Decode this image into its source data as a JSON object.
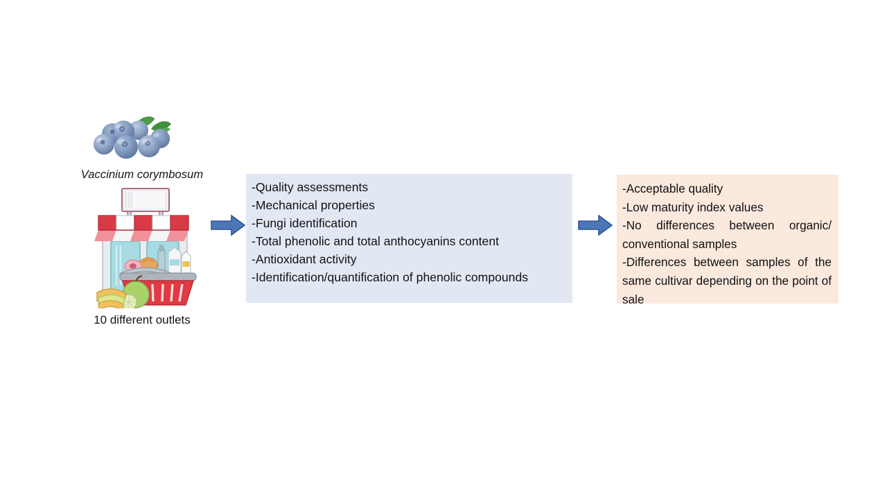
{
  "figure": {
    "type": "graphical-abstract",
    "background_color": "#ffffff"
  },
  "left_column": {
    "berry_image": {
      "icon": "blueberries-icon",
      "description": "cluster of blueberries with green leaves",
      "berry_color": "#7f9dc4",
      "leaf_color": "#3f8f3c"
    },
    "species_caption": "Vaccinium corymbosum",
    "store_image": {
      "icon": "grocery-store-icon",
      "description": "storefront with red and white striped awning, signboard and shopping basket with groceries",
      "awning_color": "#d93b46",
      "store_wall_color": "#e8eaec",
      "basket_color": "#e03a44"
    },
    "outlets_caption": "10 different outlets"
  },
  "arrows": [
    {
      "name": "arrow-sample-to-methods",
      "direction": "right",
      "fill": "#4a77b8",
      "stroke": "#2f5496"
    },
    {
      "name": "arrow-methods-to-results",
      "direction": "right",
      "fill": "#4a77b8",
      "stroke": "#2f5496"
    }
  ],
  "methods_box": {
    "background_color": "#e2e8f3",
    "lines": [
      "-Quality assessments",
      "-Mechanical properties",
      "-Fungi identification",
      "-Total phenolic and total anthocyanins content",
      "-Antioxidant activity",
      "-Identification/quantification of phenolic compounds"
    ]
  },
  "results_box": {
    "background_color": "#fbe9de",
    "lines": [
      "-Acceptable quality",
      "-Low maturity index values",
      "-No differences between organic/ conventional samples",
      "-Differences between samples of the same cultivar depending on the point of sale"
    ]
  }
}
